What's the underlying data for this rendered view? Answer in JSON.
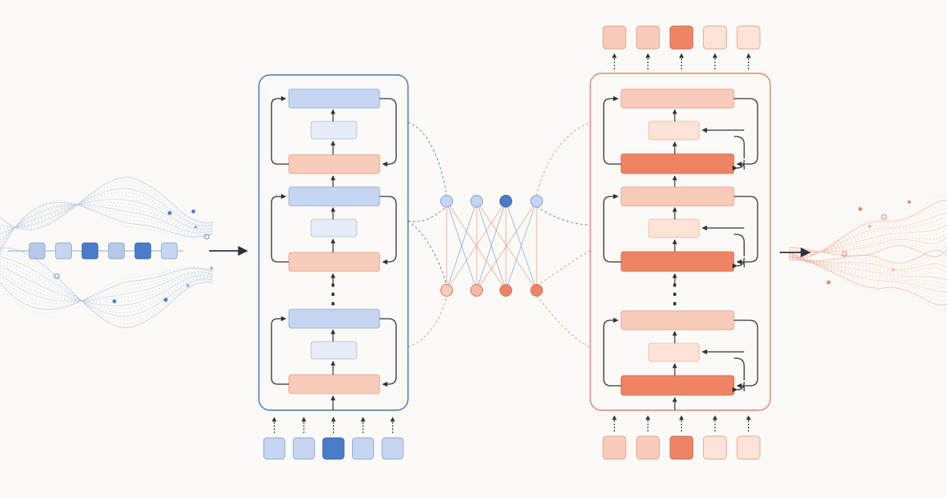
{
  "colors": {
    "background": "#fbfaf7",
    "blue_frame": "#3f74b5",
    "blue_dark": "#4a7cc9",
    "blue_mid": "#b6c9ea",
    "blue_light": "#c6d5f0",
    "blue_pale": "#e6ecf8",
    "orange_frame": "#e0856a",
    "orange_dark": "#ef8465",
    "orange_mid": "#f6b9a4",
    "orange_light": "#f8cbbb",
    "orange_pale": "#fde3d8",
    "arrow": "#2d3138"
  },
  "encoder": {
    "blocks_shown": 3,
    "ellipsis": "⋮",
    "input_tokens": [
      "light",
      "light",
      "dark",
      "light",
      "light"
    ]
  },
  "decoder": {
    "blocks_shown": 3,
    "ellipsis": "⋮",
    "input_tokens": [
      "light",
      "light",
      "dark",
      "pale",
      "pale"
    ],
    "output_tokens": [
      "light",
      "light",
      "dark",
      "pale",
      "pale"
    ]
  },
  "input_sequence": {
    "tokens": [
      "mid",
      "light",
      "dark",
      "mid",
      "dark",
      "light"
    ]
  },
  "attention_bridge": {
    "top_nodes": [
      "light",
      "light",
      "dark",
      "light"
    ],
    "bottom_nodes": [
      "light",
      "light",
      "dark",
      "dark"
    ]
  },
  "icons": [
    "right-arrow-icon",
    "up-arrow-icon",
    "residual-arrow-icon",
    "ellipsis-icon"
  ]
}
